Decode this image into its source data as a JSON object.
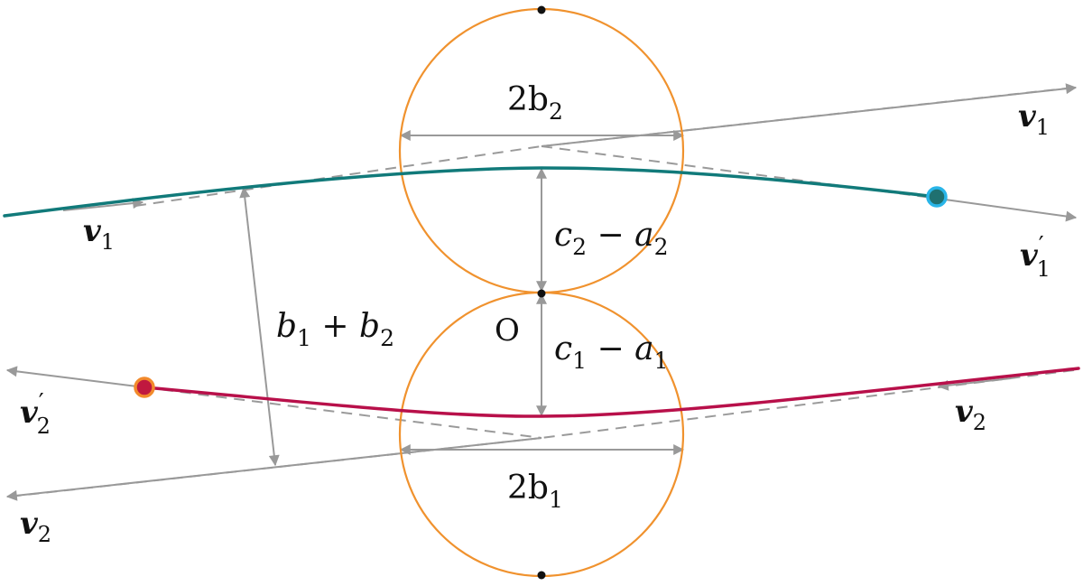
{
  "colors": {
    "trajectory_1": "#117a7a",
    "trajectory_2": "#b8104a",
    "circle": "#f0922e",
    "arrow": "#999999",
    "dashed": "#9a9a9a",
    "endpoint_1_fill": "#1f7070",
    "endpoint_1_ring": "#29b5e8",
    "endpoint_2_fill": "#c0183f",
    "endpoint_2_ring": "#f28a2c",
    "text": "#111111"
  },
  "labels": {
    "two_b2": {
      "main": "2b",
      "sub": "2"
    },
    "two_b1": {
      "main": "2b",
      "sub": "1"
    },
    "c2_minus_a2": {
      "c": "c",
      "c_sub": "2",
      "op": " − ",
      "a": "a",
      "a_sub": "2"
    },
    "c1_minus_a1": {
      "c": "c",
      "c_sub": "1",
      "op": " − ",
      "a": "a",
      "a_sub": "1"
    },
    "b1_plus_b2": {
      "b1": "b",
      "b1_sub": "1",
      "op": " + ",
      "b2": "b",
      "b2_sub": "2"
    },
    "origin": "O",
    "v1_in": {
      "main": "v",
      "sub": "1"
    },
    "v1_asym": {
      "main": "v",
      "sub": "1"
    },
    "v1_out": {
      "main": "v",
      "sup": "′",
      "sub": "1"
    },
    "v2_in": {
      "main": "v",
      "sub": "2"
    },
    "v2_asym": {
      "main": "v",
      "sub": "2"
    },
    "v2_out": {
      "main": "v",
      "sup": "′",
      "sub": "2"
    }
  }
}
